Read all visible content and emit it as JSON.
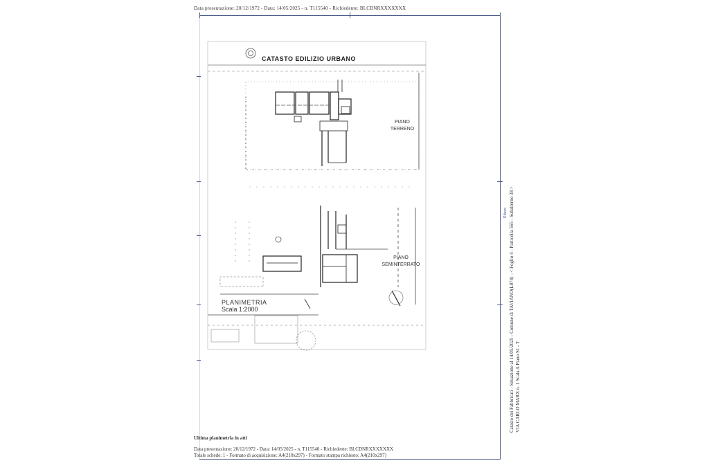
{
  "header": {
    "top_line": "Data presentazione: 20/12/1972 - Data: 14/05/2025 - n. T115540 - Richiedente: BLCDNRXXXXXXX"
  },
  "title_block": {
    "main": "CATASTO EDILIZIO URBANO"
  },
  "floor_labels": {
    "ground": [
      "PIANO",
      "TERRENO"
    ],
    "basement": [
      "PIANO",
      "SEMINTERRATO"
    ]
  },
  "planimetria": {
    "title": "PLANIMETRIA",
    "scale": "Scala 1:2000"
  },
  "footer": {
    "heading": "Ultima planimetria in atti",
    "line1": "Data presentazione: 20/12/1972 - Data: 14/05/2025 - n. T115540 - Richiedente: BLCDNRXXXXXXX",
    "line2": "Totale schede: 1 - Formato di acquisizione: A4(210x297) - Formato stampa richiesto: A4(210x297)"
  },
  "side": {
    "label": "Rilievo",
    "line1": "Catasto dei Fabbricati - Situazione al 14/05/2025 - Comune di TAVIANO(L074) - < Foglio 4 - Particella 565 - Subalterno 38 >",
    "line2": "VIA CARLO MARX n. 1 Scala A Piano S1 - T"
  },
  "colors": {
    "frame": "#4a5a8a",
    "ink": "#222222"
  }
}
